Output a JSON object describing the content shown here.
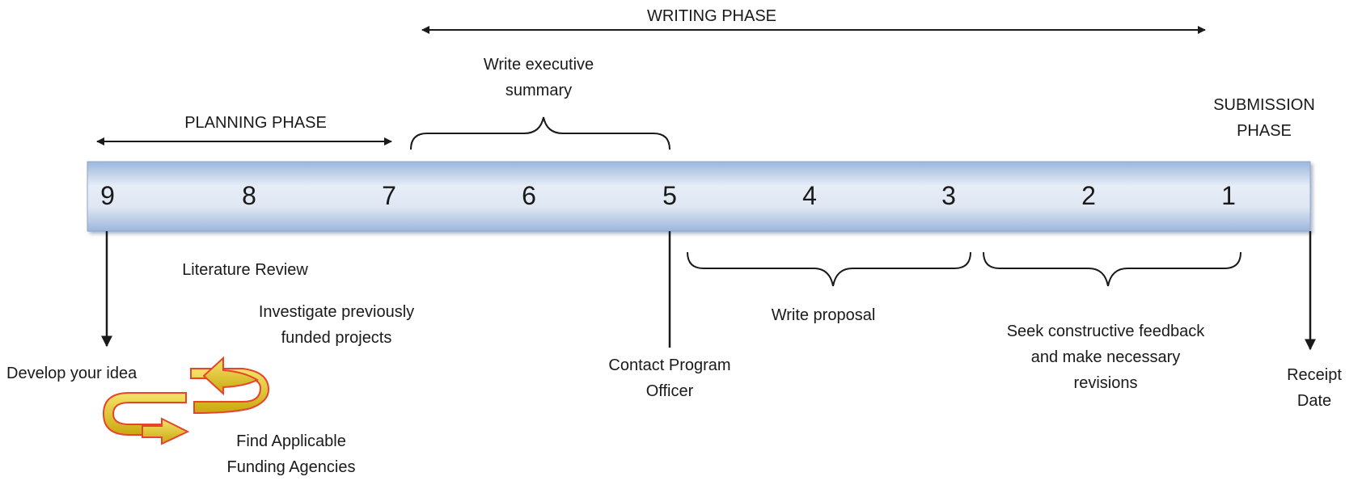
{
  "phases": {
    "writing": "WRITING PHASE",
    "planning": "PLANNING PHASE",
    "submission": [
      "SUBMISSION",
      "PHASE"
    ]
  },
  "timeline": {
    "numbers": [
      "9",
      "8",
      "7",
      "6",
      "5",
      "4",
      "3",
      "2",
      "1"
    ]
  },
  "labels": {
    "executive_summary": [
      "Write executive",
      "summary"
    ],
    "literature_review": "Literature Review",
    "investigate": [
      "Investigate previously",
      "funded projects"
    ],
    "develop_idea": "Develop your idea",
    "find_agencies": [
      "Find Applicable",
      "Funding Agencies"
    ],
    "contact_officer": [
      "Contact Program",
      "Officer"
    ],
    "write_proposal": "Write proposal",
    "feedback": [
      "Seek constructive feedback",
      "and make necessary",
      "revisions"
    ],
    "receipt_date": [
      "Receipt",
      "Date"
    ]
  },
  "colors": {
    "bar_light": "#e6edf7",
    "bar_dark": "#9db6dc",
    "cycle_arrow_fill": "#d9c21a",
    "cycle_arrow_stroke": "#e8432b",
    "ink": "#1a1a1a"
  }
}
